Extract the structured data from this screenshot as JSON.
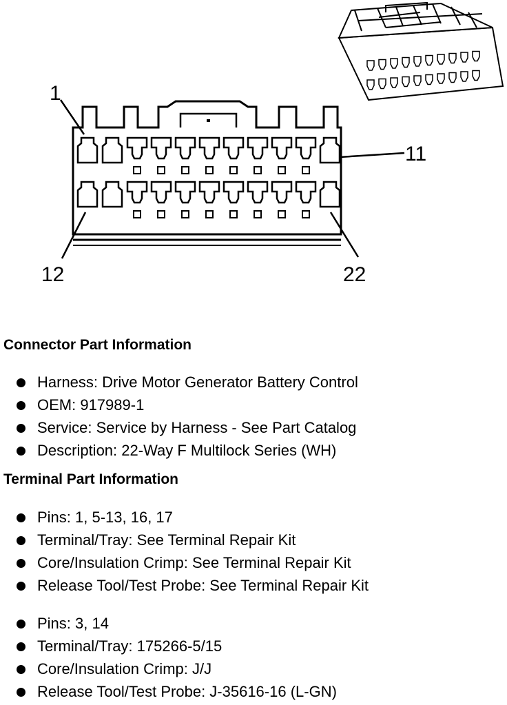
{
  "diagram": {
    "callouts": [
      "1",
      "11",
      "12",
      "22"
    ]
  },
  "connector_section": {
    "title": "Connector Part Information",
    "items": [
      "Harness: Drive Motor Generator Battery Control",
      "OEM: 917989-1",
      "Service: Service by Harness - See Part Catalog",
      "Description: 22-Way F Multilock Series (WH)"
    ]
  },
  "terminal_section": {
    "title": "Terminal Part Information",
    "group1": [
      "Pins: 1, 5-13, 16, 17",
      "Terminal/Tray: See Terminal Repair Kit",
      "Core/Insulation Crimp: See Terminal Repair Kit",
      "Release Tool/Test Probe: See Terminal Repair Kit"
    ],
    "group2": [
      "Pins: 3, 14",
      "Terminal/Tray: 175266-5/15",
      "Core/Insulation Crimp: J/J",
      "Release Tool/Test Probe: J-35616-16 (L-GN)"
    ]
  }
}
